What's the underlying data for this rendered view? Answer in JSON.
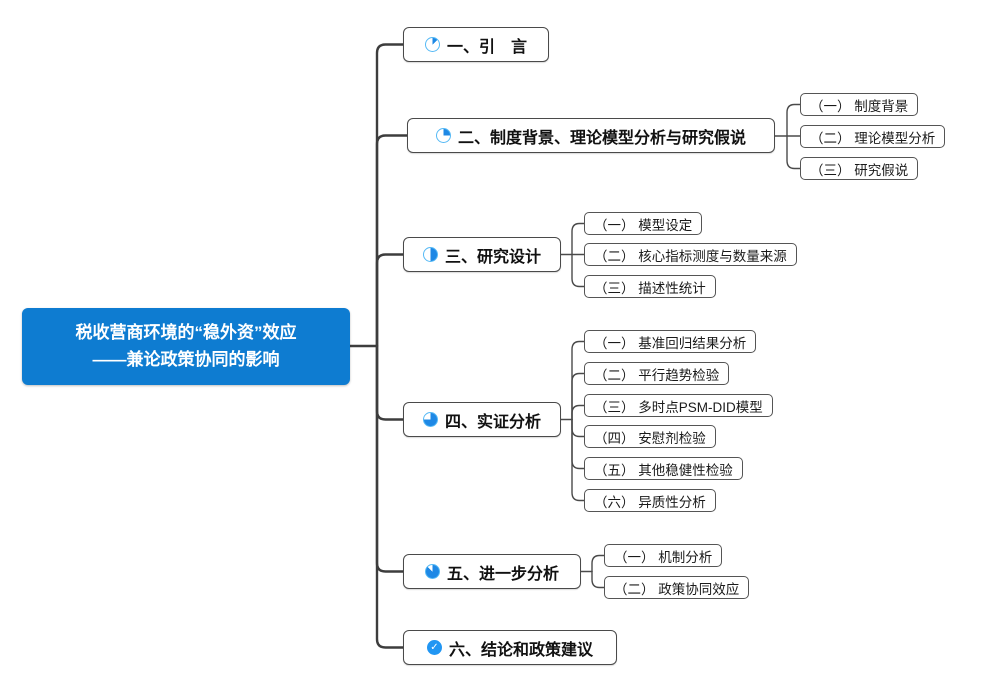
{
  "root": {
    "title_line1": "税收营商环境的“稳外资”效应",
    "title_line2": "——兼论政策协同的影响"
  },
  "branches": [
    {
      "label": "一、引　言",
      "icon": "progress-eighth",
      "children": []
    },
    {
      "label": "二、制度背景、理论模型分析与研究假说",
      "icon": "progress-quarter",
      "children": [
        {
          "label": "（一） 制度背景"
        },
        {
          "label": "（二） 理论模型分析"
        },
        {
          "label": "（三） 研究假说"
        }
      ]
    },
    {
      "label": "三、研究设计",
      "icon": "progress-half",
      "children": [
        {
          "label": "（一） 模型设定"
        },
        {
          "label": "（二） 核心指标测度与数量来源"
        },
        {
          "label": "（三） 描述性统计"
        }
      ]
    },
    {
      "label": "四、实证分析",
      "icon": "progress-three-quarter",
      "children": [
        {
          "label": "（一） 基准回归结果分析"
        },
        {
          "label": "（二） 平行趋势检验"
        },
        {
          "label": "（三） 多时点PSM-DID模型"
        },
        {
          "label": "（四） 安慰剂检验"
        },
        {
          "label": "（五） 其他稳健性检验"
        },
        {
          "label": "（六） 异质性分析"
        }
      ]
    },
    {
      "label": "五、进一步分析",
      "icon": "progress-seven-eighth",
      "children": [
        {
          "label": "（一） 机制分析"
        },
        {
          "label": "（二） 政策协同效应"
        }
      ]
    },
    {
      "label": "六、结论和政策建议",
      "icon": "progress-done",
      "children": []
    }
  ],
  "colors": {
    "root_bg": "#0E7CD1",
    "root_text": "#FFFFFF",
    "icon_fill": "#1E88E5",
    "icon_ring": "#55B9F5",
    "done_icon_bg": "#2196F3",
    "main_line": "#3D3D3D",
    "sub_line": "#4A4A4A",
    "node_border": "#4A4A4A"
  }
}
